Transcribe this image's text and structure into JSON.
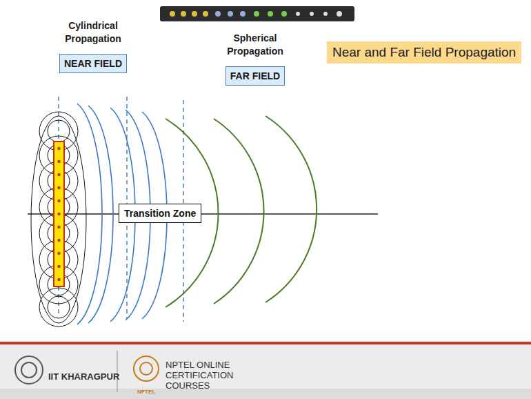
{
  "diagram": {
    "title": "Near and Far Field Propagation",
    "nodes": [
      {
        "text": [
          "Cylindrical Propagation",
          "NEAR FIELD"
        ]
      },
      {
        "text": [
          "Spherical Propagation",
          "FAR FIELD"
        ]
      },
      {
        "text": [
          "Transition Zone"
        ]
      }
    ],
    "edges": [],
    "labels": [
      "IIT KHARAGPUR",
      "NPTEL ONLINE CERTIFICATION COURSES",
      "NPTEL"
    ]
  }
}
